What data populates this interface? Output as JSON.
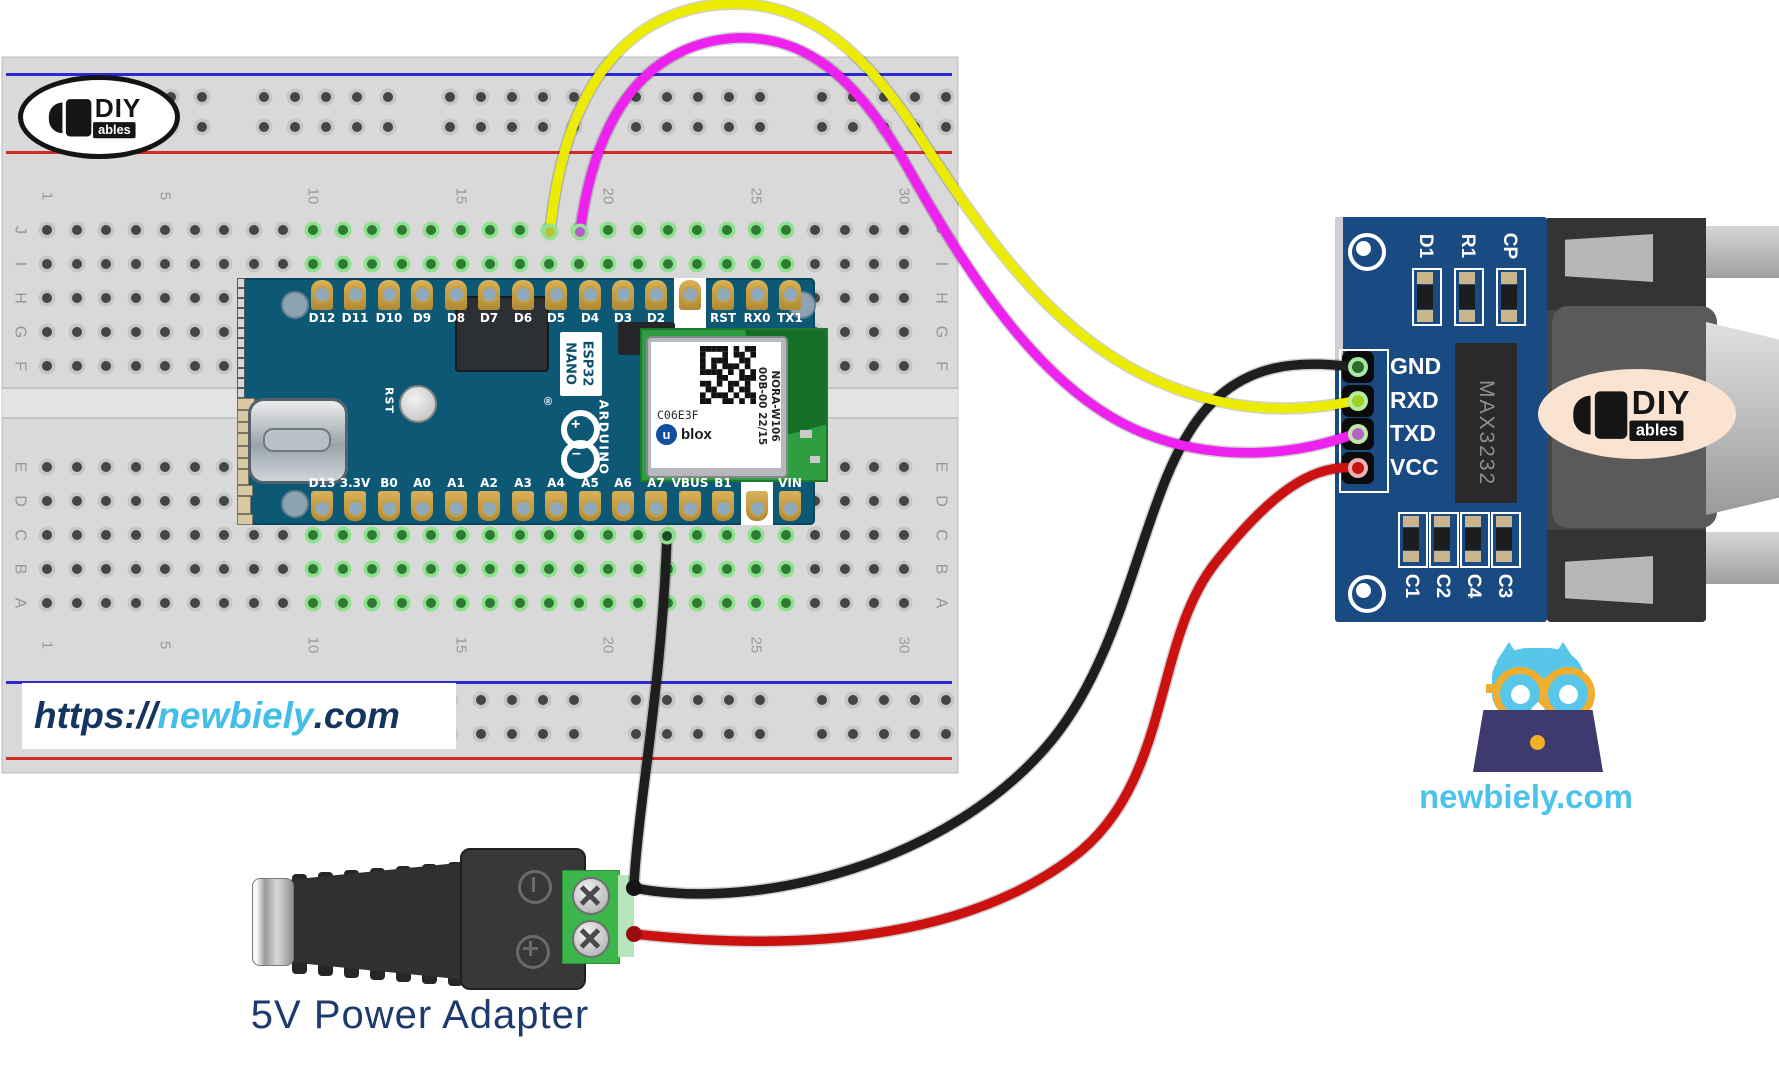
{
  "breadboard": {
    "row_letters": [
      "J",
      "I",
      "H",
      "G",
      "F",
      "E",
      "D",
      "C",
      "B",
      "A"
    ],
    "column_numbers": [
      "1",
      "5",
      "10",
      "15",
      "20",
      "25",
      "30"
    ],
    "body_color": "#d9d9d9",
    "rail_blue": "#2a2ad0",
    "rail_red": "#d02a2a",
    "green_hole_ring": "#8fe08f",
    "green_hole_center": "#2f7a33"
  },
  "diyables": {
    "diy": "DIY",
    "ables": "ables"
  },
  "arduino": {
    "pcb_color": "#0d5875",
    "top_pins": [
      "D12",
      "D11",
      "D10",
      "D9",
      "D8",
      "D7",
      "D6",
      "D5",
      "D4",
      "D3",
      "D2",
      "RST",
      "RX0",
      "TX1"
    ],
    "bottom_pins": [
      "D13",
      "3.3V",
      "B0",
      "A0",
      "A1",
      "A2",
      "A3",
      "A4",
      "A5",
      "A6",
      "A7",
      "VBUS",
      "B1",
      "VIN"
    ],
    "rst": "RST",
    "nano": "NANO",
    "esp32": "ESP32",
    "brand": "ARDUINO",
    "reg": "®",
    "radio": {
      "code": "C06E3F",
      "u": "u",
      "blox": "blox",
      "line1": "00B-00 22/15",
      "line2": "NORA-W106"
    }
  },
  "max3232": {
    "pcb_color": "#1a4a82",
    "top_components": [
      "D1",
      "R1",
      "CP"
    ],
    "pins": [
      "GND",
      "RXD",
      "TXD",
      "VCC"
    ],
    "chip": "MAX3232",
    "bottom_components": [
      "C1",
      "C2",
      "C4",
      "C3"
    ]
  },
  "adapter": {
    "label": "5V Power Adapter"
  },
  "url": {
    "prefix": "https://",
    "brand": "newbiely",
    "suffix": ".com"
  },
  "footer": {
    "site": "newbiely.com"
  },
  "wires": {
    "rx": "#ecec00",
    "tx": "#ee22ee",
    "gnd": "#1e1e1e",
    "vcc": "#cc1111"
  }
}
